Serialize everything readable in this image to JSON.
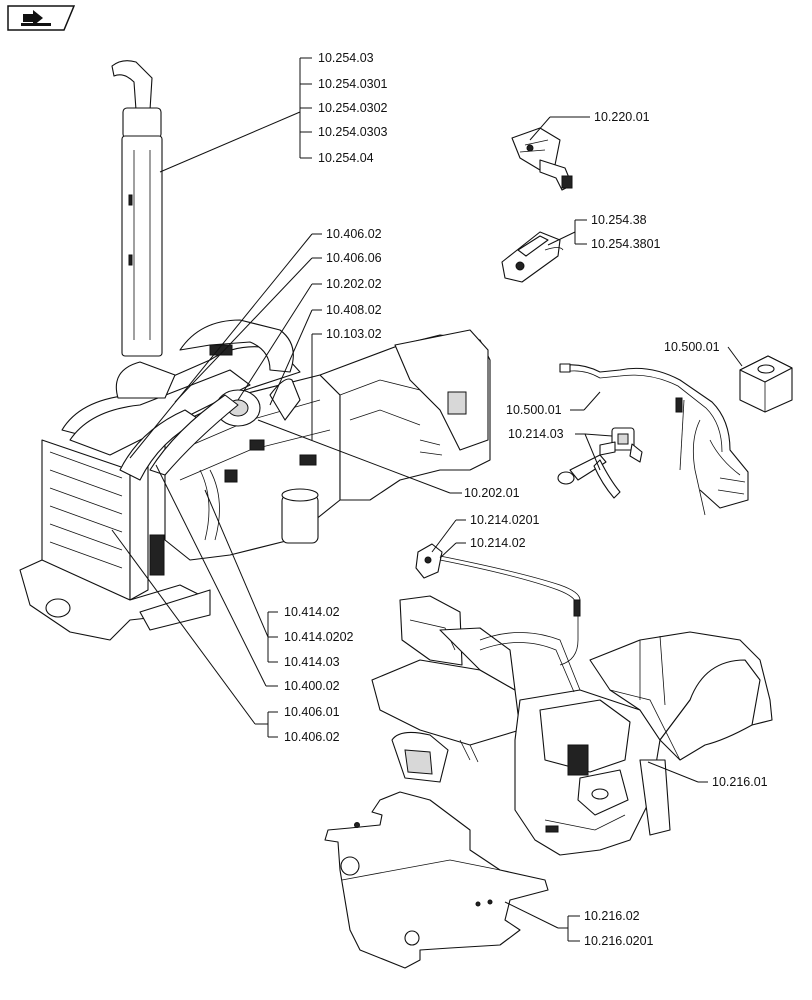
{
  "nav": {
    "icon": "back-arrow-icon"
  },
  "callouts": {
    "exhaust": [
      "10.254.03",
      "10.254.0301",
      "10.254.0302",
      "10.254.0303",
      "10.254.04"
    ],
    "pedal": "10.220.01",
    "bracket": [
      "10.254.38",
      "10.254.3801"
    ],
    "engine_top": [
      "10.406.02",
      "10.406.06",
      "10.202.02",
      "10.408.02",
      "10.103.02"
    ],
    "harness_right": "10.500.01",
    "harness_left": "10.500.01",
    "air_filter": "10.202.01",
    "valve": "10.214.03",
    "sensor": [
      "10.214.0201",
      "10.214.02"
    ],
    "radiator_lines": [
      "10.414.02",
      "10.414.0202",
      "10.414.03"
    ],
    "frame": "10.400.02",
    "hoses_bottom": [
      "10.406.01",
      "10.406.02"
    ],
    "tank": "10.216.01",
    "plate": [
      "10.216.02",
      "10.216.0201"
    ]
  }
}
